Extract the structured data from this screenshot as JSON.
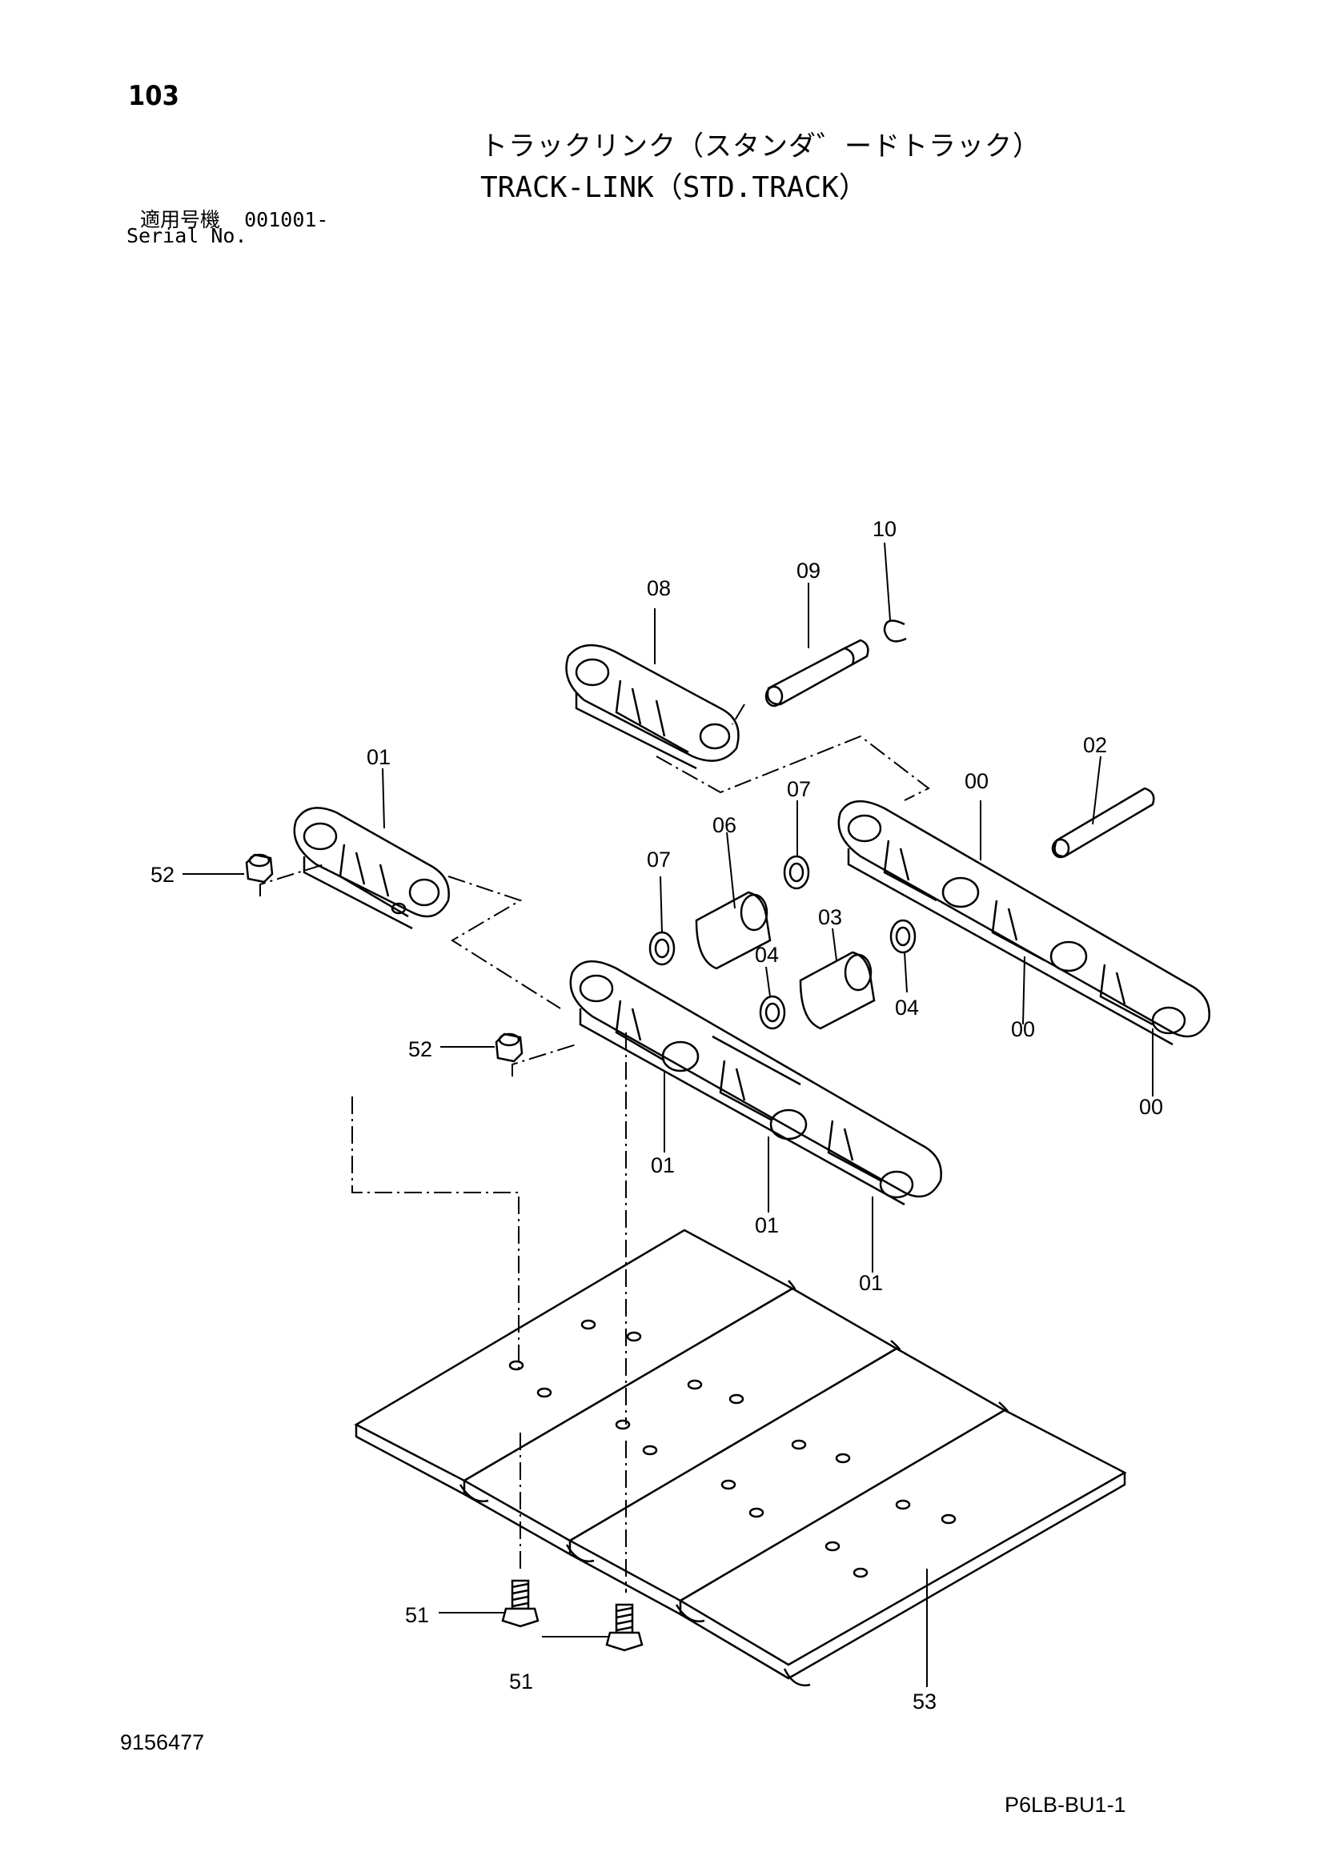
{
  "header": {
    "page_number": "103",
    "title_jp": "トラックリンク（スタンダ゛ードトラック）",
    "title_en": "TRACK-LINK（STD.TRACK）",
    "serial_label_jp": "適用号機",
    "serial_value": "001001-",
    "serial_label_en": "Serial No."
  },
  "parts": {
    "p00a": "00",
    "p00b": "00",
    "p00c": "00",
    "p01_top": "01",
    "p01a": "01",
    "p01b": "01",
    "p01c": "01",
    "p02": "02",
    "p03": "03",
    "p04a": "04",
    "p04b": "04",
    "p06": "06",
    "p07a": "07",
    "p07b": "07",
    "p08": "08",
    "p09": "09",
    "p10": "10",
    "p51a": "51",
    "p51b": "51",
    "p52a": "52",
    "p52b": "52",
    "p53": "53"
  },
  "footer": {
    "doc_number": "9156477",
    "drawing_code": "P6LB-BU1-1"
  }
}
